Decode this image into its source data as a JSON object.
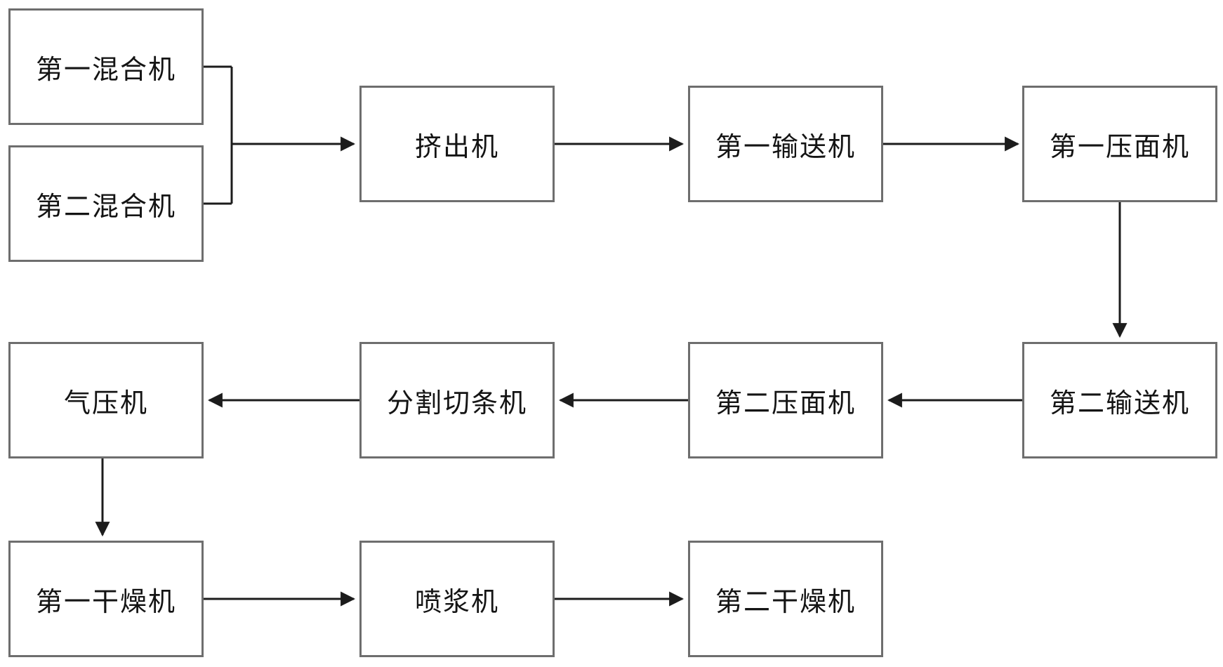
{
  "nodes": [
    {
      "id": "mixer-1",
      "label": "第一混合机"
    },
    {
      "id": "mixer-2",
      "label": "第二混合机"
    },
    {
      "id": "extruder",
      "label": "挤出机"
    },
    {
      "id": "conveyor-1",
      "label": "第一输送机"
    },
    {
      "id": "press-1",
      "label": "第一压面机"
    },
    {
      "id": "conveyor-2",
      "label": "第二输送机"
    },
    {
      "id": "press-2",
      "label": "第二压面机"
    },
    {
      "id": "cutter",
      "label": "分割切条机"
    },
    {
      "id": "air-press",
      "label": "气压机"
    },
    {
      "id": "dryer-1",
      "label": "第一干燥机"
    },
    {
      "id": "sprayer",
      "label": "喷浆机"
    },
    {
      "id": "dryer-2",
      "label": "第二干燥机"
    }
  ],
  "edges": [
    {
      "from": "mixer-1",
      "to": "extruder"
    },
    {
      "from": "mixer-2",
      "to": "extruder"
    },
    {
      "from": "extruder",
      "to": "conveyor-1"
    },
    {
      "from": "conveyor-1",
      "to": "press-1"
    },
    {
      "from": "press-1",
      "to": "conveyor-2"
    },
    {
      "from": "conveyor-2",
      "to": "press-2"
    },
    {
      "from": "press-2",
      "to": "cutter"
    },
    {
      "from": "cutter",
      "to": "air-press"
    },
    {
      "from": "air-press",
      "to": "dryer-1"
    },
    {
      "from": "dryer-1",
      "to": "sprayer"
    },
    {
      "from": "sprayer",
      "to": "dryer-2"
    }
  ],
  "colors": {
    "box_border": "#6e6e6e",
    "arrow": "#1c1c1c",
    "text": "#141414",
    "background": "#ffffff"
  }
}
